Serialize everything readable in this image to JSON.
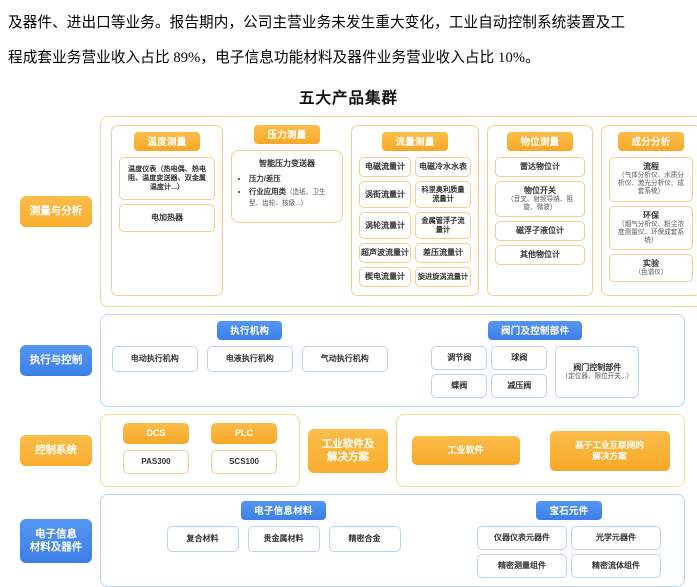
{
  "paragraph": {
    "line1": "及器件、进出口等业务。报告期内，公司主营业务未发生重大变化，工业自动控制系统装置及工",
    "line2": "程成套业务营业收入占比 89%，电子信息功能材料及器件业务营业收入占比 10%。"
  },
  "figure": {
    "title": "五大产品集群",
    "colors": {
      "orange": "#F9AD2E",
      "orange_border": "#F3CE8E",
      "blue": "#3C7FE8",
      "blue_border": "#B9D2F4"
    },
    "rows": [
      {
        "label": "测量与分析",
        "accent": "orange",
        "groups": [
          {
            "head": "温度测量",
            "cells": [
              {
                "text": "温度仪表（热电偶、热电阻、温度变送器、双金属温度计...）"
              },
              {
                "text": "电加热器"
              }
            ]
          },
          {
            "head": "压力测量",
            "card_title": "智能压力变送器",
            "bullets": [
              {
                "text": "压力/差压",
                "sub": ""
              },
              {
                "text": "行业应用类",
                "sub": "（造纸、卫生型、齿轮、核级...）"
              }
            ]
          },
          {
            "head": "流量测量",
            "cells": [
              {
                "text": "电磁流量计"
              },
              {
                "text": "电磁冷水水表"
              },
              {
                "text": "涡街流量计"
              },
              {
                "text": "科里奥利质量流量计"
              },
              {
                "text": "涡轮流量计"
              },
              {
                "text": "金属管浮子流量计"
              },
              {
                "text": "超声波流量计"
              },
              {
                "text": "差压流量计"
              },
              {
                "text": "楔电流量计"
              },
              {
                "text": "旋进旋涡流量计"
              }
            ]
          },
          {
            "head": "物位测量",
            "cells": [
              {
                "text": "雷达物位计"
              },
              {
                "text": "物位开关",
                "sub": "（音叉、射频导纳、阻旋、微波）"
              },
              {
                "text": "磁浮子液位计"
              },
              {
                "text": "其他物位计"
              }
            ]
          },
          {
            "head": "成分分析",
            "cells": [
              {
                "text": "流程",
                "sub": "（气体分析仪、水质分析仪、激光分析仪、成套系统）"
              },
              {
                "text": "环保",
                "sub": "（烟气分析仪、粉尘浓度测量仪、环保成套系统）"
              },
              {
                "text": "实验",
                "sub": "（色谱仪）"
              }
            ]
          }
        ]
      },
      {
        "label": "执行与控制",
        "accent": "blue",
        "groups": [
          {
            "head": "执行机构",
            "cells": [
              {
                "text": "电动执行机构"
              },
              {
                "text": "电液执行机构"
              },
              {
                "text": "气动执行机构"
              }
            ]
          },
          {
            "head": "阀门及控制部件",
            "cells": [
              {
                "text": "调节阀"
              },
              {
                "text": "球阀"
              },
              {
                "text": "蝶阀"
              },
              {
                "text": "减压阀"
              }
            ],
            "side_cell": {
              "text": "阀门控制部件",
              "sub": "（定位器、限位开关...）"
            }
          }
        ]
      },
      {
        "label": "控制系统",
        "accent": "orange",
        "pairs": [
          {
            "head": "DCS",
            "cell": "PAS300"
          },
          {
            "head": "PLC",
            "cell": "SCS100"
          }
        ],
        "right_label": "工业软件及\n解决方案",
        "right_items": [
          "工业软件",
          "基于工业互联网的\n解决方案"
        ]
      },
      {
        "label": "电子信息\n材料及器件",
        "accent": "blue",
        "groups": [
          {
            "head": "电子信息材料",
            "cells": [
              {
                "text": "复合材料"
              },
              {
                "text": "贵金属材料"
              },
              {
                "text": "精密合金"
              }
            ]
          },
          {
            "head": "宝石元件",
            "cells": [
              {
                "text": "仪器仪表元器件"
              },
              {
                "text": "光学元器件"
              },
              {
                "text": "精密测量组件"
              },
              {
                "text": "精密流体组件"
              }
            ]
          }
        ]
      }
    ],
    "labels": {
      "row1": "测量与分析",
      "row2": "执行与控制",
      "row3": "控制系统",
      "row3b": "工业软件及解决方案",
      "row4": "电子信息材料及器件"
    }
  }
}
